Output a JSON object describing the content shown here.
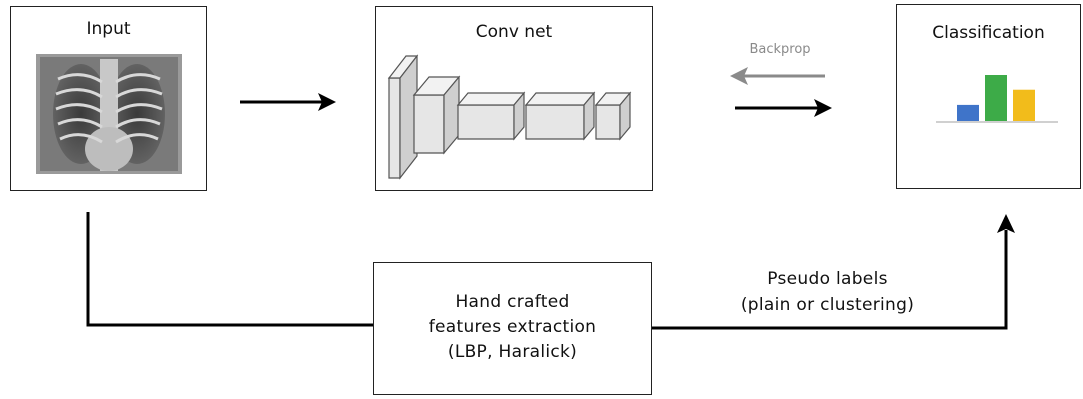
{
  "input": {
    "title": "Input"
  },
  "conv_net": {
    "title": "Conv net"
  },
  "classification": {
    "title": "Classification",
    "bars": [
      {
        "value": 0.35,
        "color": "#3f74c9"
      },
      {
        "value": 1.0,
        "color": "#3dab48"
      },
      {
        "value": 0.68,
        "color": "#f2bc1b"
      }
    ]
  },
  "backprop": {
    "label": "Backprop"
  },
  "handcrafted": {
    "lines": [
      "Hand crafted",
      "features extraction",
      "(LBP, Haralick)"
    ]
  },
  "pseudo_labels": {
    "lines": [
      "Pseudo labels",
      "(plain or clustering)"
    ]
  },
  "colors": {
    "arrow": "#000000",
    "backprop_arrow": "#8a8a8a",
    "layer_face": "#e6e6e6",
    "layer_top": "#f2f2f2",
    "layer_side": "#cfcfcf"
  }
}
